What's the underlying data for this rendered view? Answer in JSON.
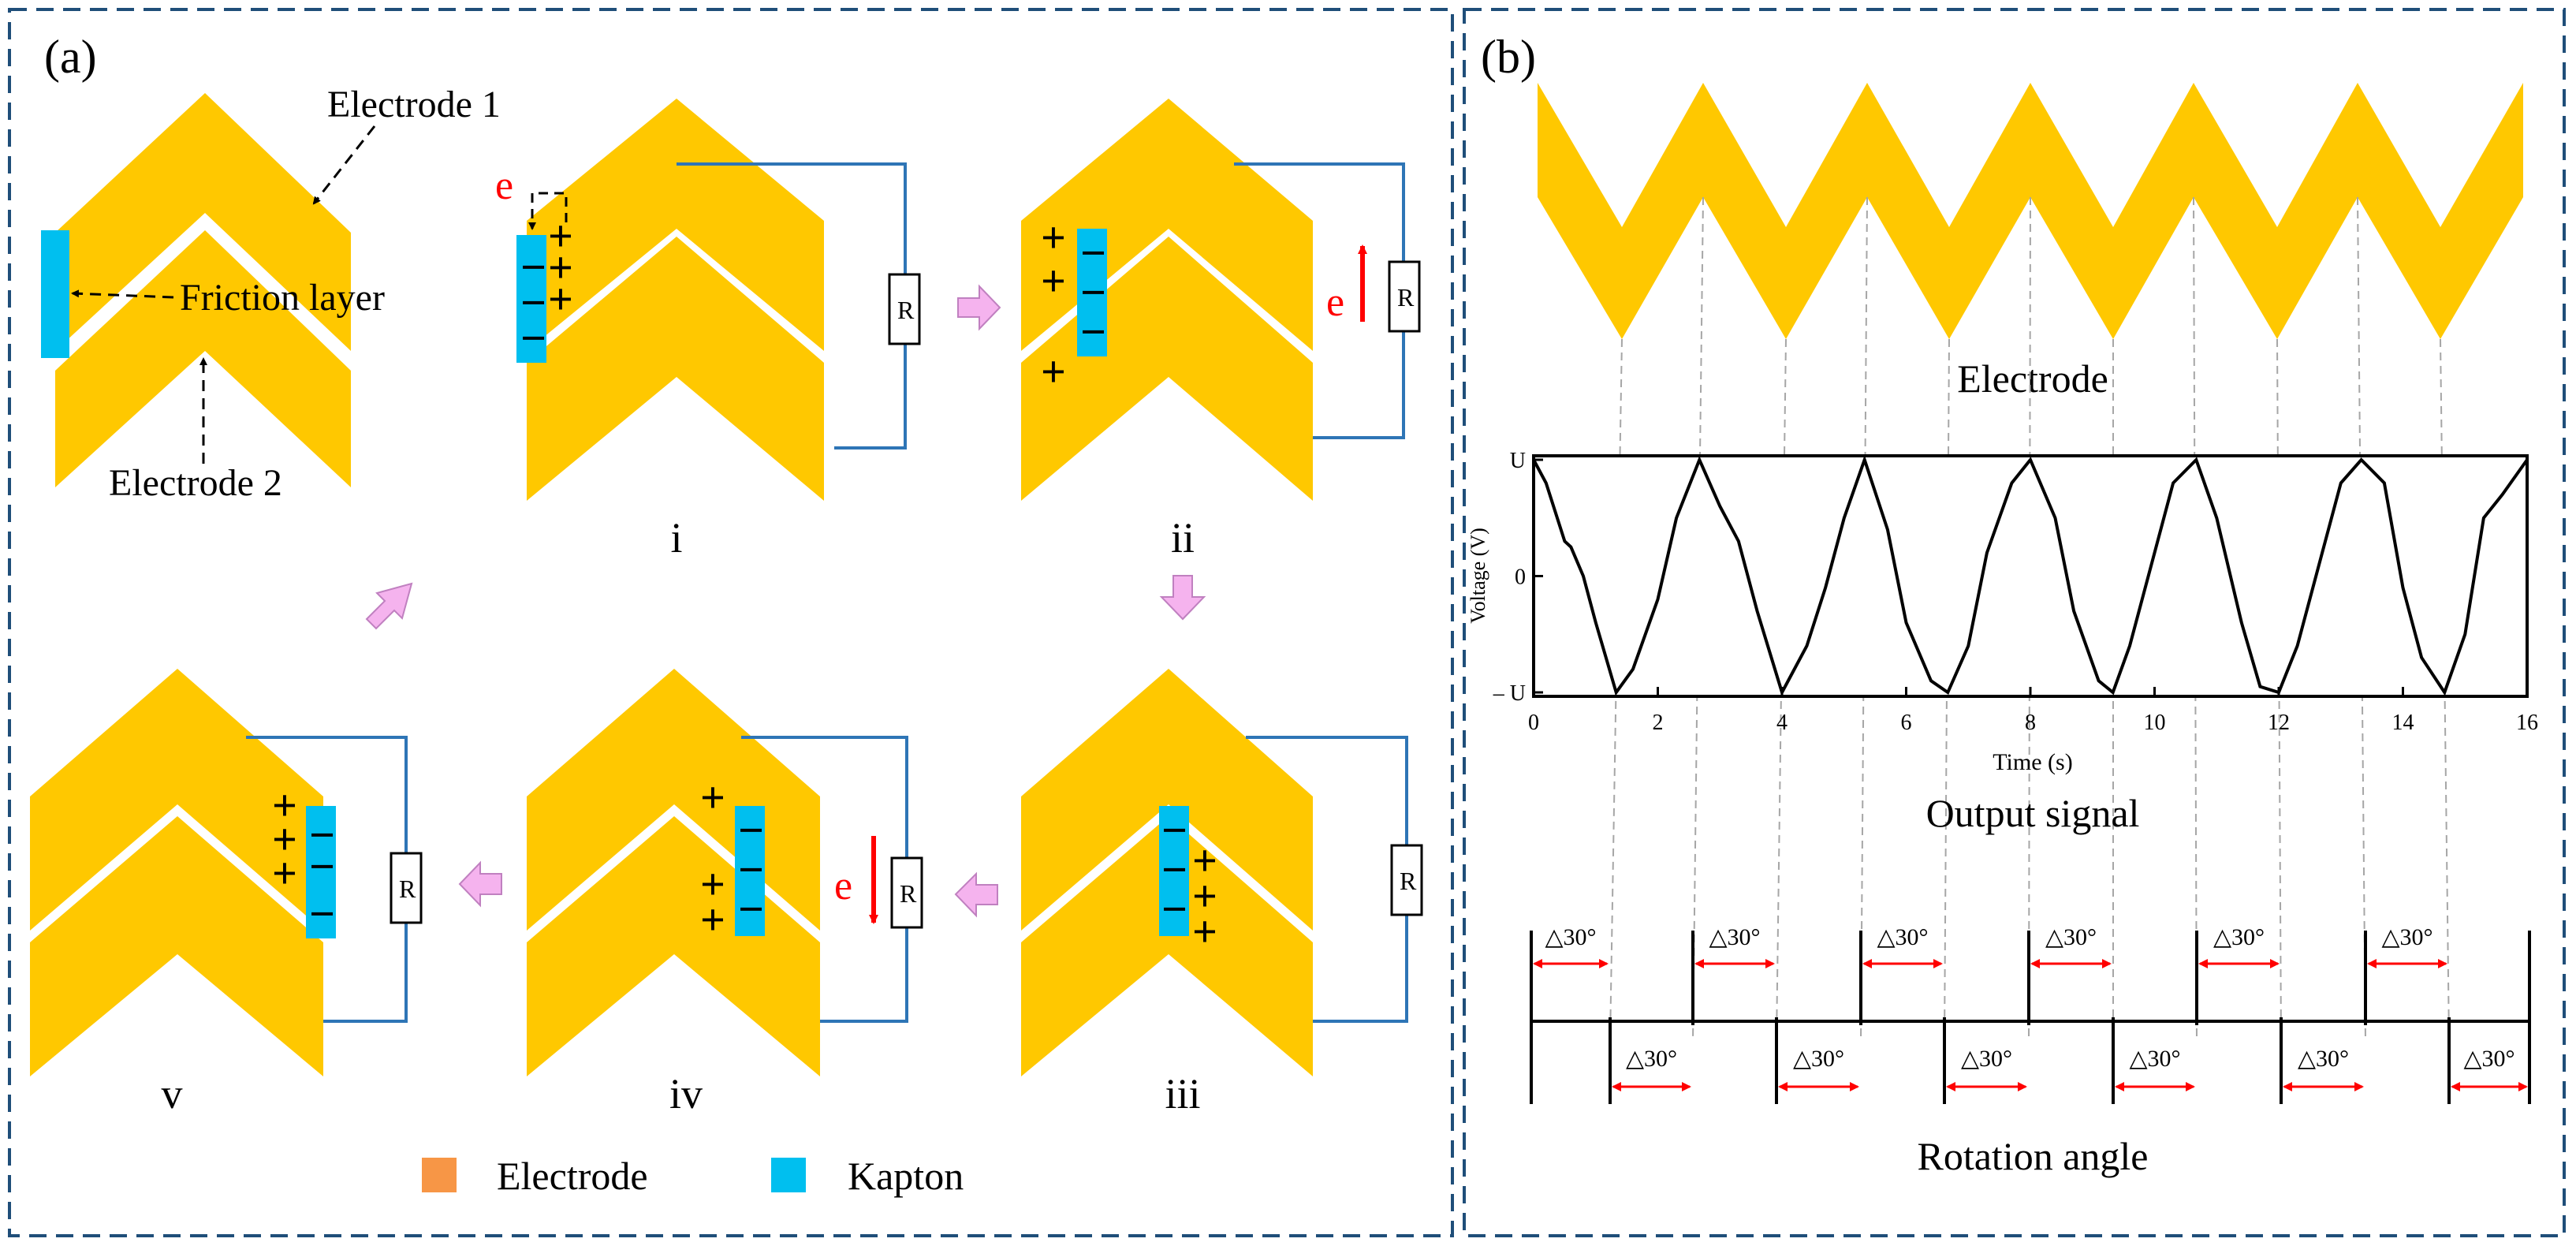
{
  "colors": {
    "electrode": "#FFC800",
    "kapton": "#00BFEF",
    "wire": "#2E75B6",
    "frame": "#1F4E79",
    "arrow_pink": "#F5B3EE",
    "electron_red": "#FF0000",
    "legend_electrode": "#F79646"
  },
  "panel_a": {
    "label": "(a)",
    "callouts": {
      "electrode1": "Electrode 1",
      "electrode2": "Electrode 2",
      "friction_layer": "Friction layer"
    },
    "stage_labels": [
      "i",
      "ii",
      "iii",
      "iv",
      "v"
    ],
    "resistor_label": "R",
    "electron_label": "e",
    "legend": [
      {
        "label": "Electrode",
        "color": "#F79646"
      },
      {
        "label": "Kapton",
        "color": "#00BFEF"
      }
    ]
  },
  "panel_b": {
    "label": "(b)",
    "electrode_caption": "Electrode",
    "signal_caption": "Output signal",
    "rotation_caption": "Rotation angle",
    "angle_label": "△30°",
    "chart_data": {
      "type": "line",
      "xlabel": "Time (s)",
      "ylabel": "Voltage (V)",
      "xlim": [
        0,
        16
      ],
      "ylim": [
        -1,
        1
      ],
      "x_ticks": [
        "0",
        "2",
        "4",
        "6",
        "8",
        "10",
        "12",
        "14",
        "16"
      ],
      "y_ticks": [
        "U",
        "0",
        "– U"
      ],
      "series": [
        {
          "x": [
            0,
            0.2,
            0.5,
            0.6,
            0.8,
            1.0,
            1.33,
            1.6,
            2.0,
            2.3,
            2.67,
            3.0,
            3.3,
            3.6,
            4.0,
            4.4,
            4.7,
            5.0,
            5.33,
            5.7,
            6.0,
            6.4,
            6.67,
            7.0,
            7.3,
            7.7,
            8.0,
            8.4,
            8.7,
            9.1,
            9.33,
            9.6,
            10.0,
            10.3,
            10.67,
            11.0,
            11.4,
            11.7,
            12.0,
            12.3,
            12.7,
            13.0,
            13.33,
            13.7,
            14.0,
            14.3,
            14.67,
            15.0,
            15.3,
            15.6,
            16.0
          ],
          "y": [
            1,
            0.8,
            0.3,
            0.25,
            0.0,
            -0.4,
            -1,
            -0.8,
            -0.2,
            0.5,
            1,
            0.6,
            0.3,
            -0.3,
            -1,
            -0.6,
            -0.1,
            0.5,
            1,
            0.4,
            -0.4,
            -0.9,
            -1,
            -0.6,
            0.2,
            0.8,
            1,
            0.5,
            -0.3,
            -0.9,
            -1,
            -0.6,
            0.2,
            0.8,
            1,
            0.5,
            -0.4,
            -0.95,
            -1,
            -0.6,
            0.2,
            0.8,
            1,
            0.8,
            -0.1,
            -0.7,
            -1,
            -0.5,
            0.5,
            0.7,
            1
          ]
        }
      ]
    }
  }
}
